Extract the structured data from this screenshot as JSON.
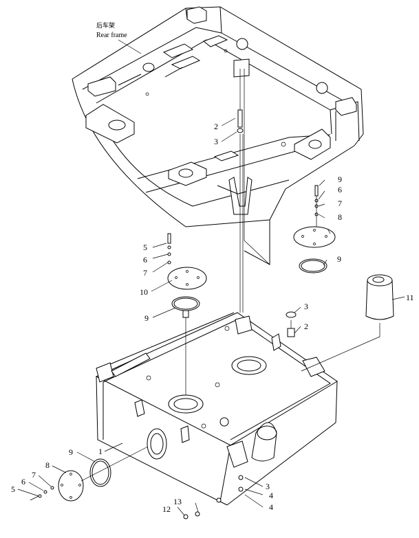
{
  "frame_label": {
    "cn": "后车架",
    "en": "Rear frame"
  },
  "callouts": [
    {
      "id": "c2a",
      "text": "2"
    },
    {
      "id": "c3a",
      "text": "3"
    },
    {
      "id": "c9r",
      "text": "9"
    },
    {
      "id": "c6r",
      "text": "6"
    },
    {
      "id": "c7r",
      "text": "7"
    },
    {
      "id": "c8r",
      "text": "8"
    },
    {
      "id": "c9r2",
      "text": "9"
    },
    {
      "id": "c5l",
      "text": "5"
    },
    {
      "id": "c6l",
      "text": "6"
    },
    {
      "id": "c7l",
      "text": "7"
    },
    {
      "id": "c10",
      "text": "10"
    },
    {
      "id": "c9l",
      "text": "9"
    },
    {
      "id": "c3b",
      "text": "3"
    },
    {
      "id": "c2b",
      "text": "2"
    },
    {
      "id": "c11",
      "text": "11"
    },
    {
      "id": "c1",
      "text": "1"
    },
    {
      "id": "c9f",
      "text": "9"
    },
    {
      "id": "c8f",
      "text": "8"
    },
    {
      "id": "c7f",
      "text": "7"
    },
    {
      "id": "c6f",
      "text": "6"
    },
    {
      "id": "c5f",
      "text": "5"
    },
    {
      "id": "c3c",
      "text": "3"
    },
    {
      "id": "c4a",
      "text": "4"
    },
    {
      "id": "c4b",
      "text": "4"
    },
    {
      "id": "c13",
      "text": "13"
    },
    {
      "id": "c12",
      "text": "12"
    }
  ]
}
